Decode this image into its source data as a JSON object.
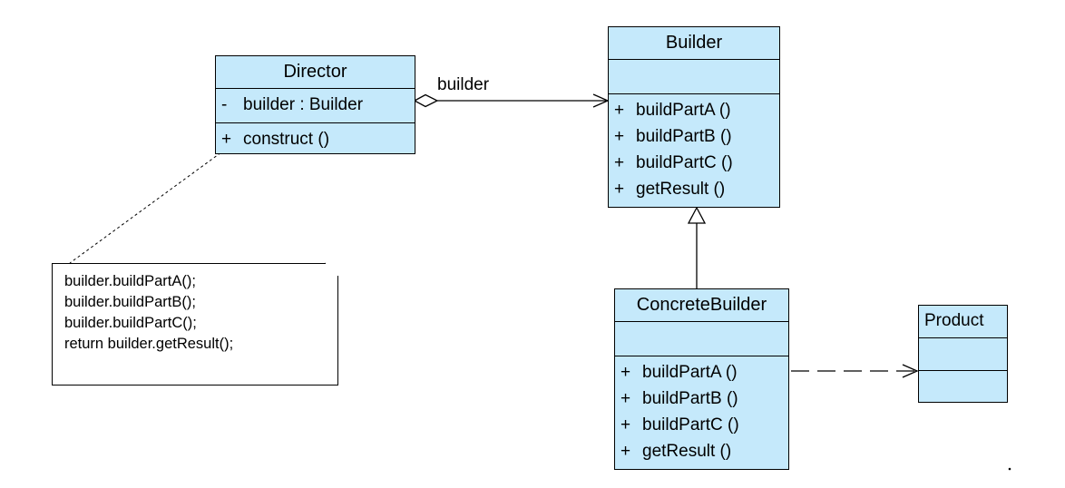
{
  "classes": {
    "director": {
      "name": "Director",
      "attributes": [
        {
          "vis": "-",
          "text": "builder  : Builder"
        }
      ],
      "operations": [
        {
          "vis": "+",
          "text": "construct ()"
        }
      ]
    },
    "builder": {
      "name": "Builder",
      "attributes": [],
      "operations": [
        {
          "vis": "+",
          "text": "buildPartA ()"
        },
        {
          "vis": "+",
          "text": "buildPartB ()"
        },
        {
          "vis": "+",
          "text": "buildPartC ()"
        },
        {
          "vis": "+",
          "text": "getResult ()"
        }
      ]
    },
    "concrete_builder": {
      "name": "ConcreteBuilder",
      "attributes": [],
      "operations": [
        {
          "vis": "+",
          "text": "buildPartA ()"
        },
        {
          "vis": "+",
          "text": "buildPartB ()"
        },
        {
          "vis": "+",
          "text": "buildPartC ()"
        },
        {
          "vis": "+",
          "text": "getResult ()"
        }
      ]
    },
    "product": {
      "name": "Product",
      "attributes": [],
      "operations": []
    }
  },
  "association_label": "builder",
  "note_lines": [
    "builder.buildPartA();",
    "builder.buildPartB();",
    "builder.buildPartC();",
    "return builder.getResult();"
  ],
  "colors": {
    "class_fill": "#c5e9fb",
    "line": "#000000"
  }
}
